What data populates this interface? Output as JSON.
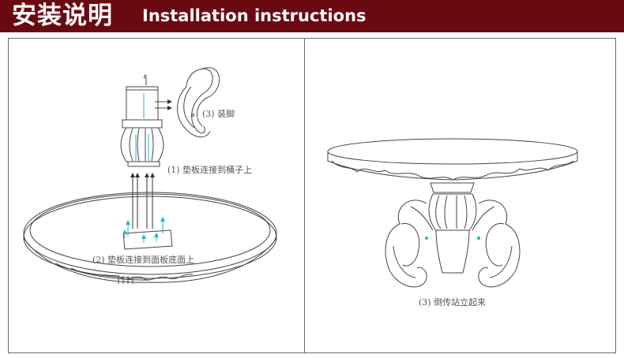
{
  "header": {
    "title_cn": "安装说明",
    "title_en": "Installation instructions",
    "background_color": "#6a0a10"
  },
  "left_panel": {
    "caption_leg": "(3) 装脚",
    "caption_step1": "(1) 垫板连接到桶子上",
    "caption_step2": "(2) 垫板连接到面板底面上"
  },
  "right_panel": {
    "caption_step3": "(3) 倒传站立起来"
  },
  "colors": {
    "line": "#444444",
    "arrow_cyan": "#1fb5c8"
  }
}
